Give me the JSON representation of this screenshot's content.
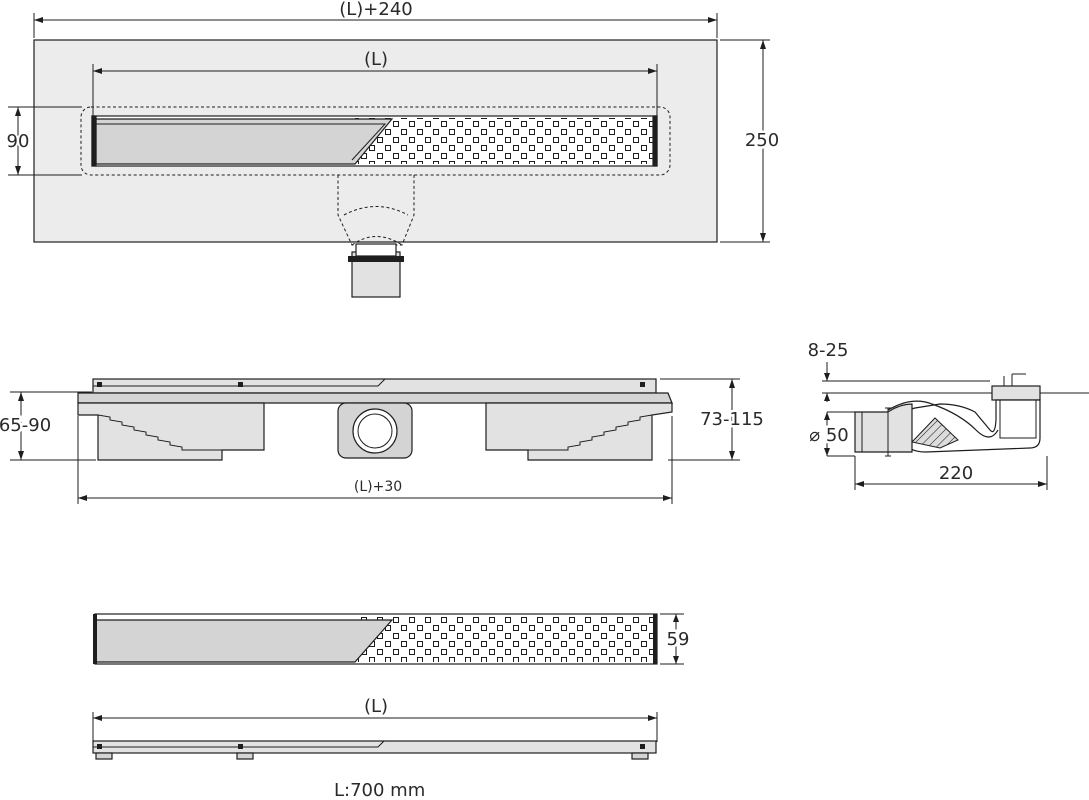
{
  "labels": {
    "plan_overall_length": "(L)+240",
    "plan_grate_length": "(L)",
    "plan_channel_width": "90",
    "plan_overall_width": "250",
    "side_depth_left": "65-90",
    "side_depth_right": "73-115",
    "side_length": "(L)+30",
    "section_adjust": "8-25",
    "section_outlet": "⌀ 50",
    "section_length": "220",
    "grate_width": "59",
    "grate_length": "(L)",
    "length_note": "L:700 mm"
  },
  "colors": {
    "line": "#1e1e1e",
    "plate": "#ececec",
    "steel": "#d4d4d4"
  }
}
